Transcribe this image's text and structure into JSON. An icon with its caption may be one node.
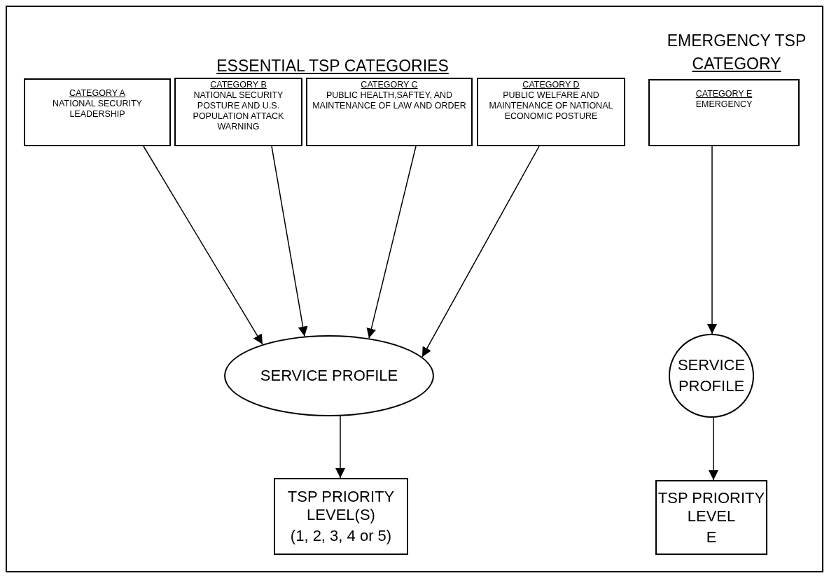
{
  "diagram": {
    "nodes": [
      {
        "text": [
          "CATEGORY A",
          "NATIONAL SECURITY LEADERSHIP"
        ]
      },
      {
        "text": [
          "CATEGORY B",
          "NATIONAL SECURITY POSTURE AND U.S. POPULATION ATTACK WARNING"
        ]
      },
      {
        "text": [
          "CATEGORY C",
          "PUBLIC HEALTH,SAFTEY, AND MAINTENANCE OF LAW AND ORDER"
        ]
      },
      {
        "text": [
          "CATEGORY D",
          "PUBLIC WELFARE AND MAINTENANCE OF NATIONAL ECONOMIC POSTURE"
        ]
      },
      {
        "text": [
          "CATEGORY E",
          "EMERGENCY"
        ]
      },
      {
        "text": [
          "SERVICE PROFILE"
        ]
      },
      {
        "text": [
          "TSP PRIORITY LEVEL(S)",
          "(1, 2, 3, 4 or 5)"
        ]
      },
      {
        "text": [
          "SERVICE PROFILE"
        ]
      },
      {
        "text": [
          "TSP PRIORITY LEVEL",
          "E"
        ]
      }
    ],
    "edges": [
      {
        "from": 0,
        "to": 5,
        "arrow": "to"
      },
      {
        "from": 1,
        "to": 5,
        "arrow": "to"
      },
      {
        "from": 2,
        "to": 5,
        "arrow": "to"
      },
      {
        "from": 3,
        "to": 5,
        "arrow": "to"
      },
      {
        "from": 4,
        "to": 7,
        "arrow": "to"
      },
      {
        "from": 5,
        "to": 6,
        "arrow": "to"
      },
      {
        "from": 7,
        "to": 8,
        "arrow": "to"
      }
    ],
    "labels": [
      "ESSENTIAL TSP CATEGORIES",
      "EMERGENCY TSP",
      "CATEGORY"
    ]
  }
}
